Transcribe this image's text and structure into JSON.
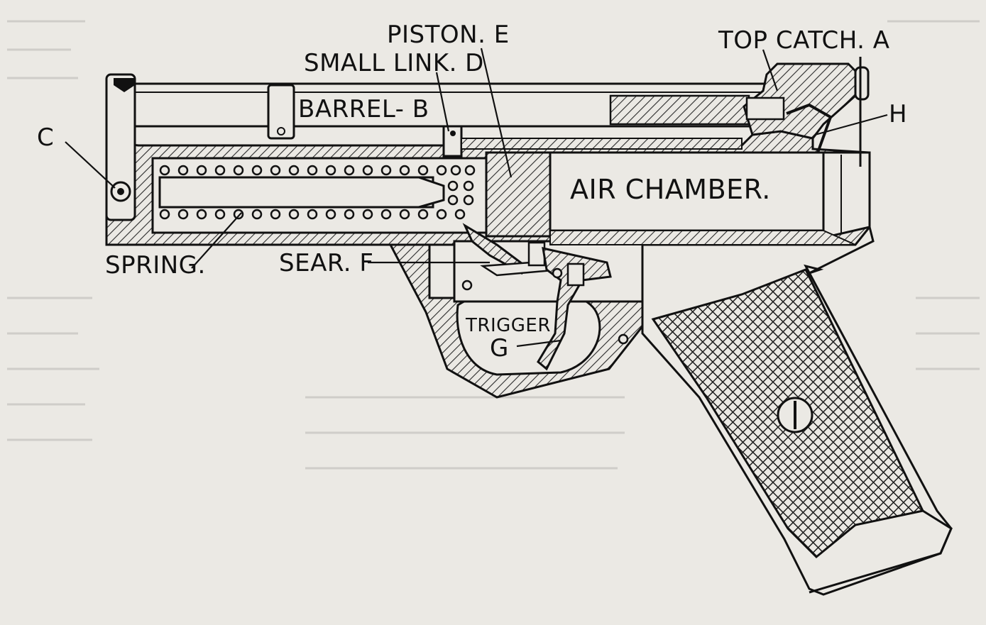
{
  "labels": {
    "top_catch": "TOP CATCH. A",
    "piston": "PISTON. E",
    "small_link": "SMALL LINK. D",
    "barrel": "BARREL- B",
    "h": "H",
    "c": "C",
    "air_chamber": "AIR CHAMBER.",
    "spring": "SPRING.",
    "sear": "SEAR. F",
    "trigger": "TRIGGER",
    "g": "G"
  },
  "colors": {
    "paper": "#ebe9e4",
    "ink": "#111111",
    "hatch": "#2a2a2a"
  }
}
